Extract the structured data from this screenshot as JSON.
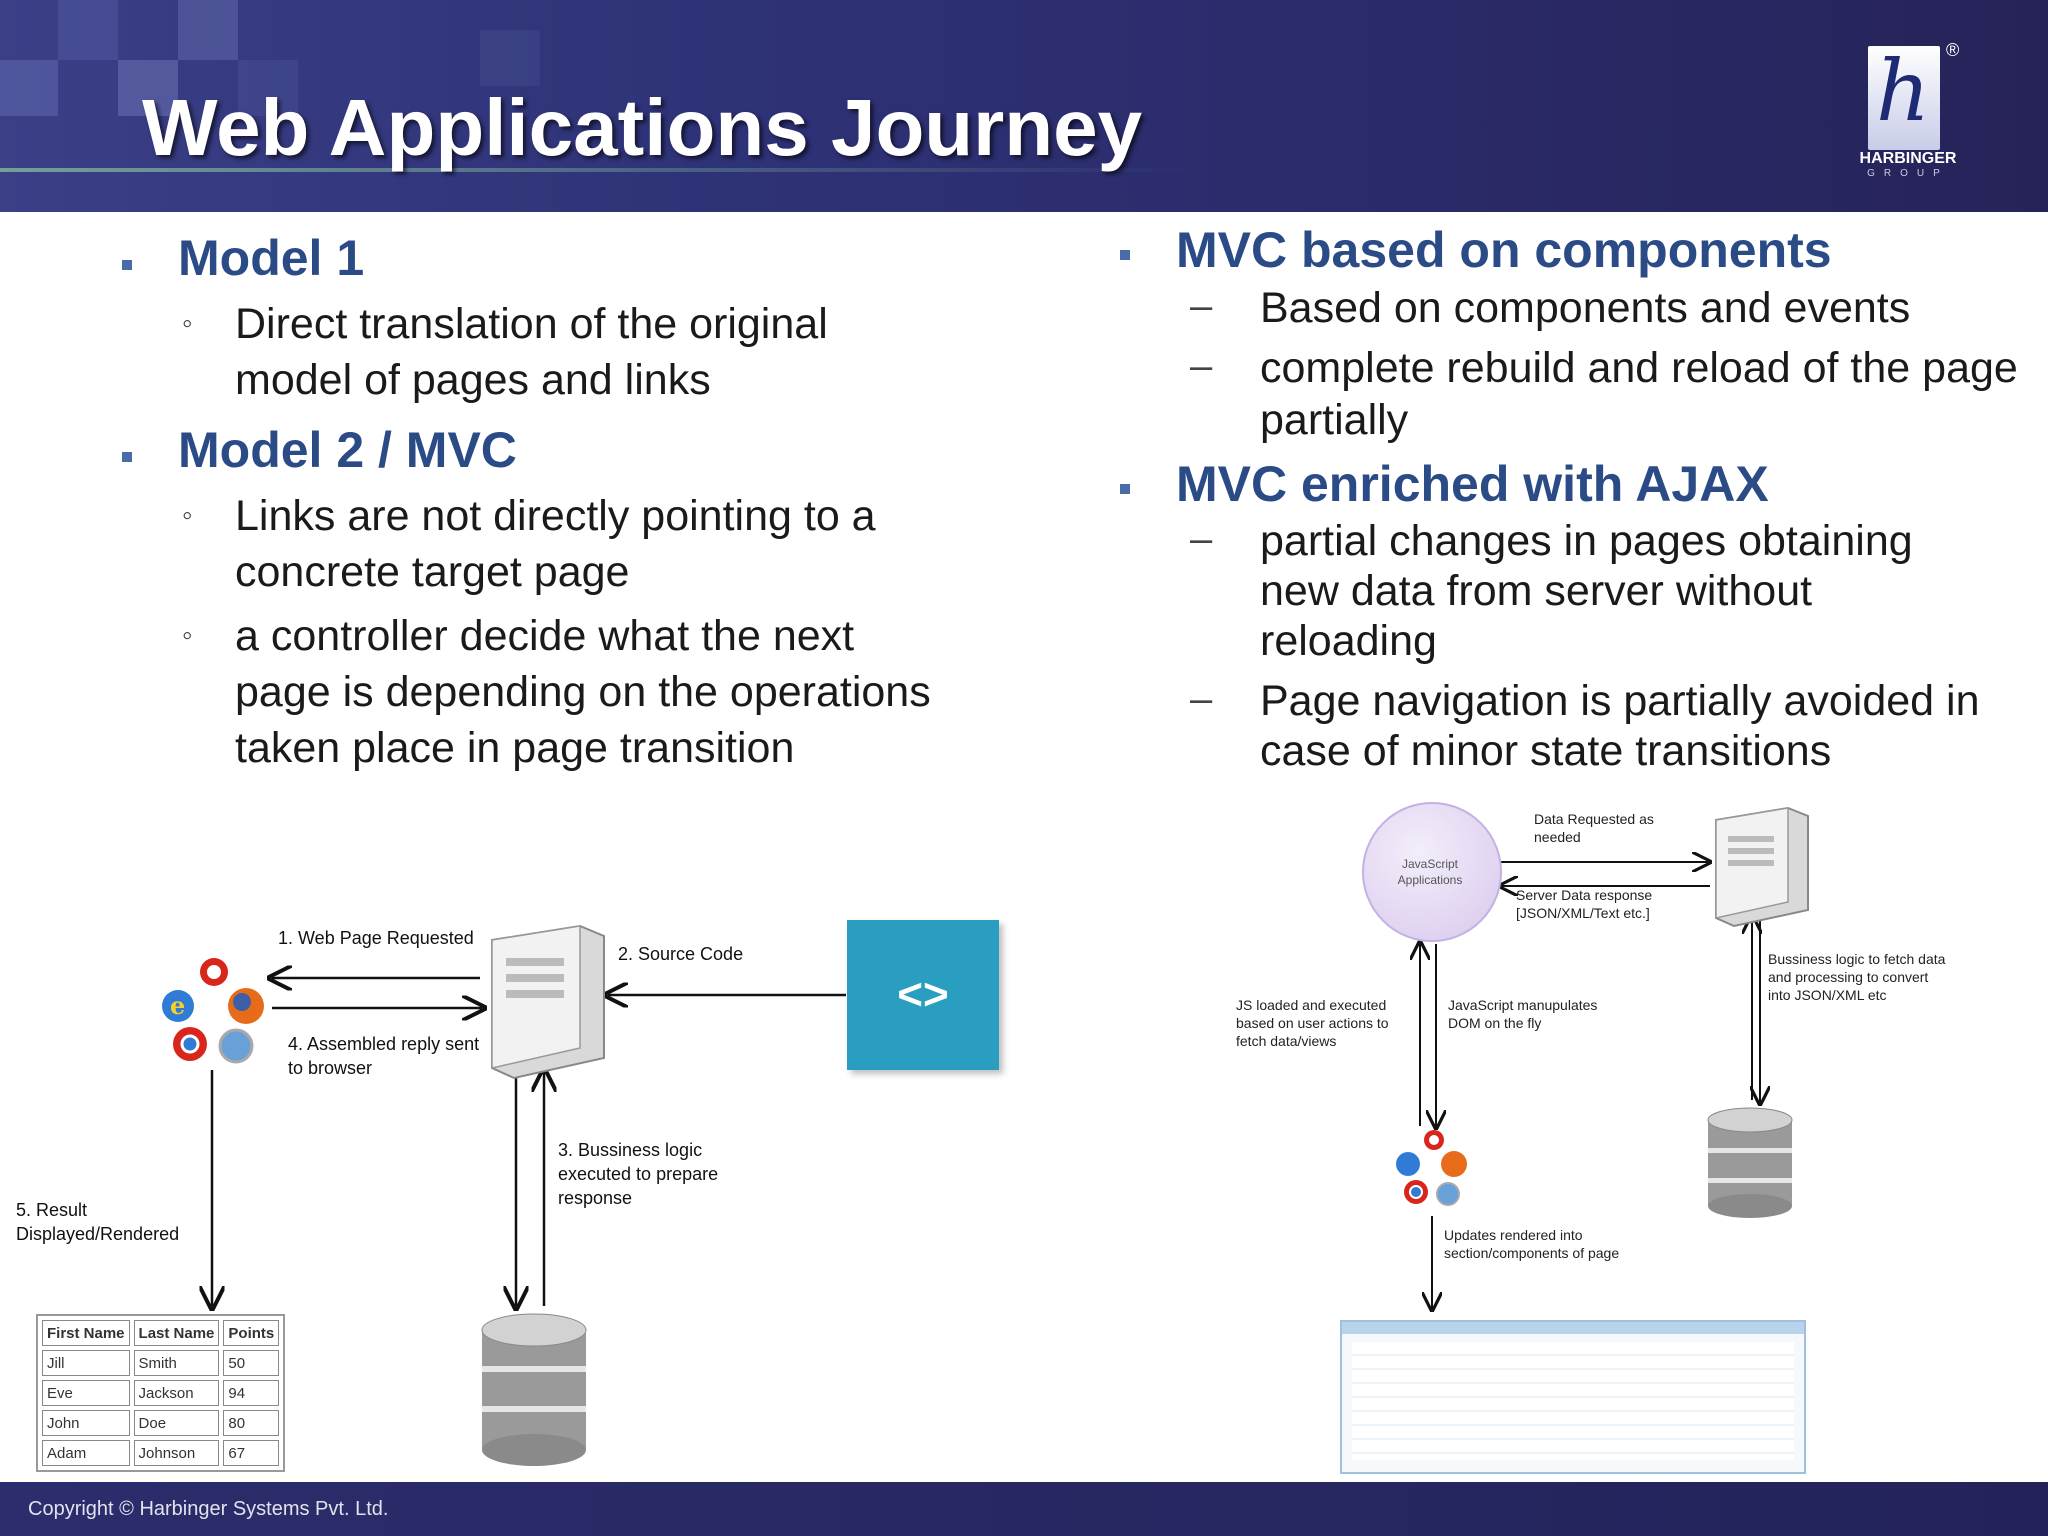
{
  "slide": {
    "title": "Web Applications Journey",
    "logo": {
      "name": "HARBINGER",
      "sub": "GROUP",
      "reg": "®",
      "icon": "harbinger-h-logo"
    },
    "copyright": "Copyright © Harbinger Systems Pvt. Ltd."
  },
  "left": {
    "items": [
      {
        "label": "Model 1",
        "subs": [
          "Direct translation of the original model of pages and links"
        ]
      },
      {
        "label": "Model 2 / MVC",
        "subs": [
          "Links are not directly pointing to a concrete target page",
          "a controller decide what the next page is depending on the operations taken place in page transition"
        ]
      }
    ]
  },
  "right": {
    "items": [
      {
        "label": "MVC based on components",
        "subs": [
          "Based on components and events",
          "complete rebuild and reload of the page partially"
        ]
      },
      {
        "label": "MVC enriched with AJAX",
        "subs": [
          "partial changes in pages obtaining new data from server without reloading",
          "Page navigation is partially avoided in case of minor state transitions"
        ]
      }
    ]
  },
  "diagram_left": {
    "step1": "1. Web Page Requested",
    "step2": "2. Source Code",
    "step3": "3. Bussiness logic executed to prepare response",
    "step4": "4. Assembled reply sent to browser",
    "step5": "5. Result Displayed/Rendered",
    "code_symbol": "<>",
    "table": {
      "headers": [
        "First Name",
        "Last Name",
        "Points"
      ],
      "rows": [
        [
          "Jill",
          "Smith",
          "50"
        ],
        [
          "Eve",
          "Jackson",
          "94"
        ],
        [
          "John",
          "Doe",
          "80"
        ],
        [
          "Adam",
          "Johnson",
          "67"
        ]
      ]
    }
  },
  "diagram_right": {
    "js_app": "JavaScript Applications",
    "data_requested": "Data Requested as needed",
    "server_response": "Server Data response [JSON/XML/Text etc.]",
    "js_loaded": "JS loaded and executed based on user actions to fetch data/views",
    "dom_manip": "JavaScript manupulates DOM on the fly",
    "business": "Bussiness logic to fetch data and processing to convert into JSON/XML etc",
    "updates": "Updates rendered into section/components of page"
  }
}
